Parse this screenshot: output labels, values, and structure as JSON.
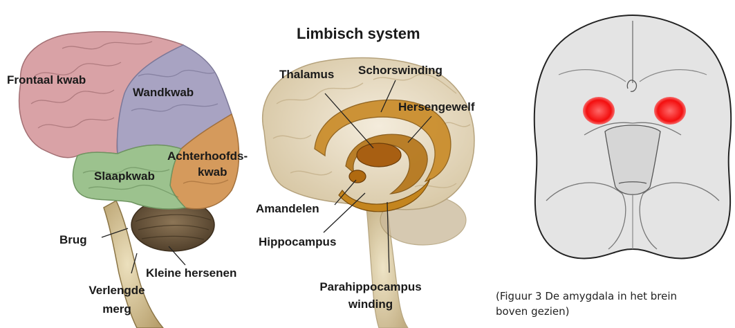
{
  "brain_lobes": {
    "frontal": "Frontaal kwab",
    "parietal": "Wandkwab",
    "occipital_line1": "Achterhoofds-",
    "occipital_line2": "kwab",
    "temporal": "Slaapkwab",
    "pons": "Brug",
    "medulla_line1": "Verlengde",
    "medulla_line2": "merg",
    "cerebellum": "Kleine hersenen"
  },
  "limbic": {
    "title": "Limbisch system",
    "thalamus": "Thalamus",
    "cingulate": "Schorswinding",
    "fornix": "Hersengewelf",
    "amygdala": "Amandelen",
    "hippocampus": "Hippocampus",
    "parahippocampal_line1": "Parahippocampus",
    "parahippocampal_line2": "winding"
  },
  "figure3": {
    "caption_line1": "(Figuur 3 De amygdala in het brein",
    "caption_line2": "boven gezien)"
  },
  "colors": {
    "frontal": "#d9a2a6",
    "parietal": "#a8a3c2",
    "occipital": "#d59a5c",
    "temporal": "#9cc28e",
    "amygdala_highlight": "#ff1a1a"
  }
}
